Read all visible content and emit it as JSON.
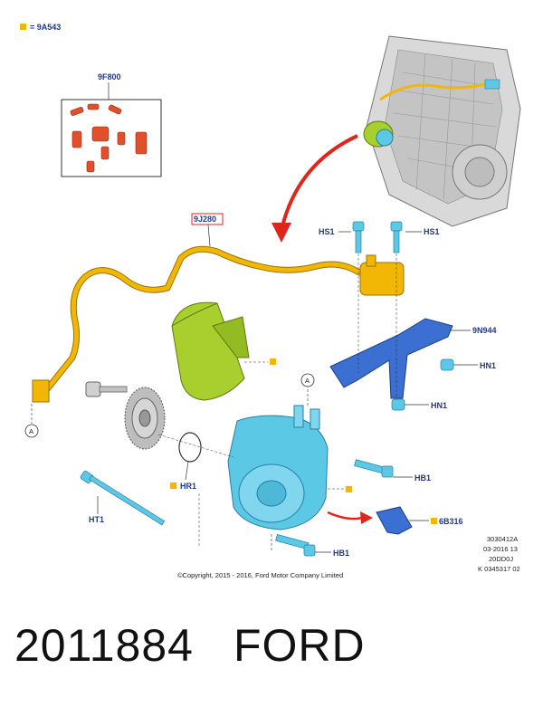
{
  "legend": {
    "text": "= 9A543",
    "color": "#f2b705"
  },
  "labels": {
    "kit": "9F800",
    "hose": "9J280",
    "bracket": "9N944",
    "hs1_left": "HS1",
    "hs1_right": "HS1",
    "hn1_upper": "HN1",
    "hn1_lower": "HN1",
    "hb1_upper": "HB1",
    "hb1_lower": "HB1",
    "hr1": "HR1",
    "ht1": "HT1",
    "cover": "6B316",
    "ref_a_left": "A",
    "ref_a_right": "A"
  },
  "copyright": "©Copyright, 2015 - 2016, Ford Motor Company Limited",
  "codes": [
    "3030412A",
    "03-2016 13",
    "20DD0J",
    "K 0345317 02"
  ],
  "footer": {
    "part_number": "2011884",
    "brand": "FORD"
  },
  "colors": {
    "yellow_part": "#f2b705",
    "green_part": "#a9cf2e",
    "cyan_part": "#5bc8e6",
    "blue_part": "#3b6fd1",
    "red_arrow": "#e0261b",
    "label_blue": "#1f3a8a"
  }
}
